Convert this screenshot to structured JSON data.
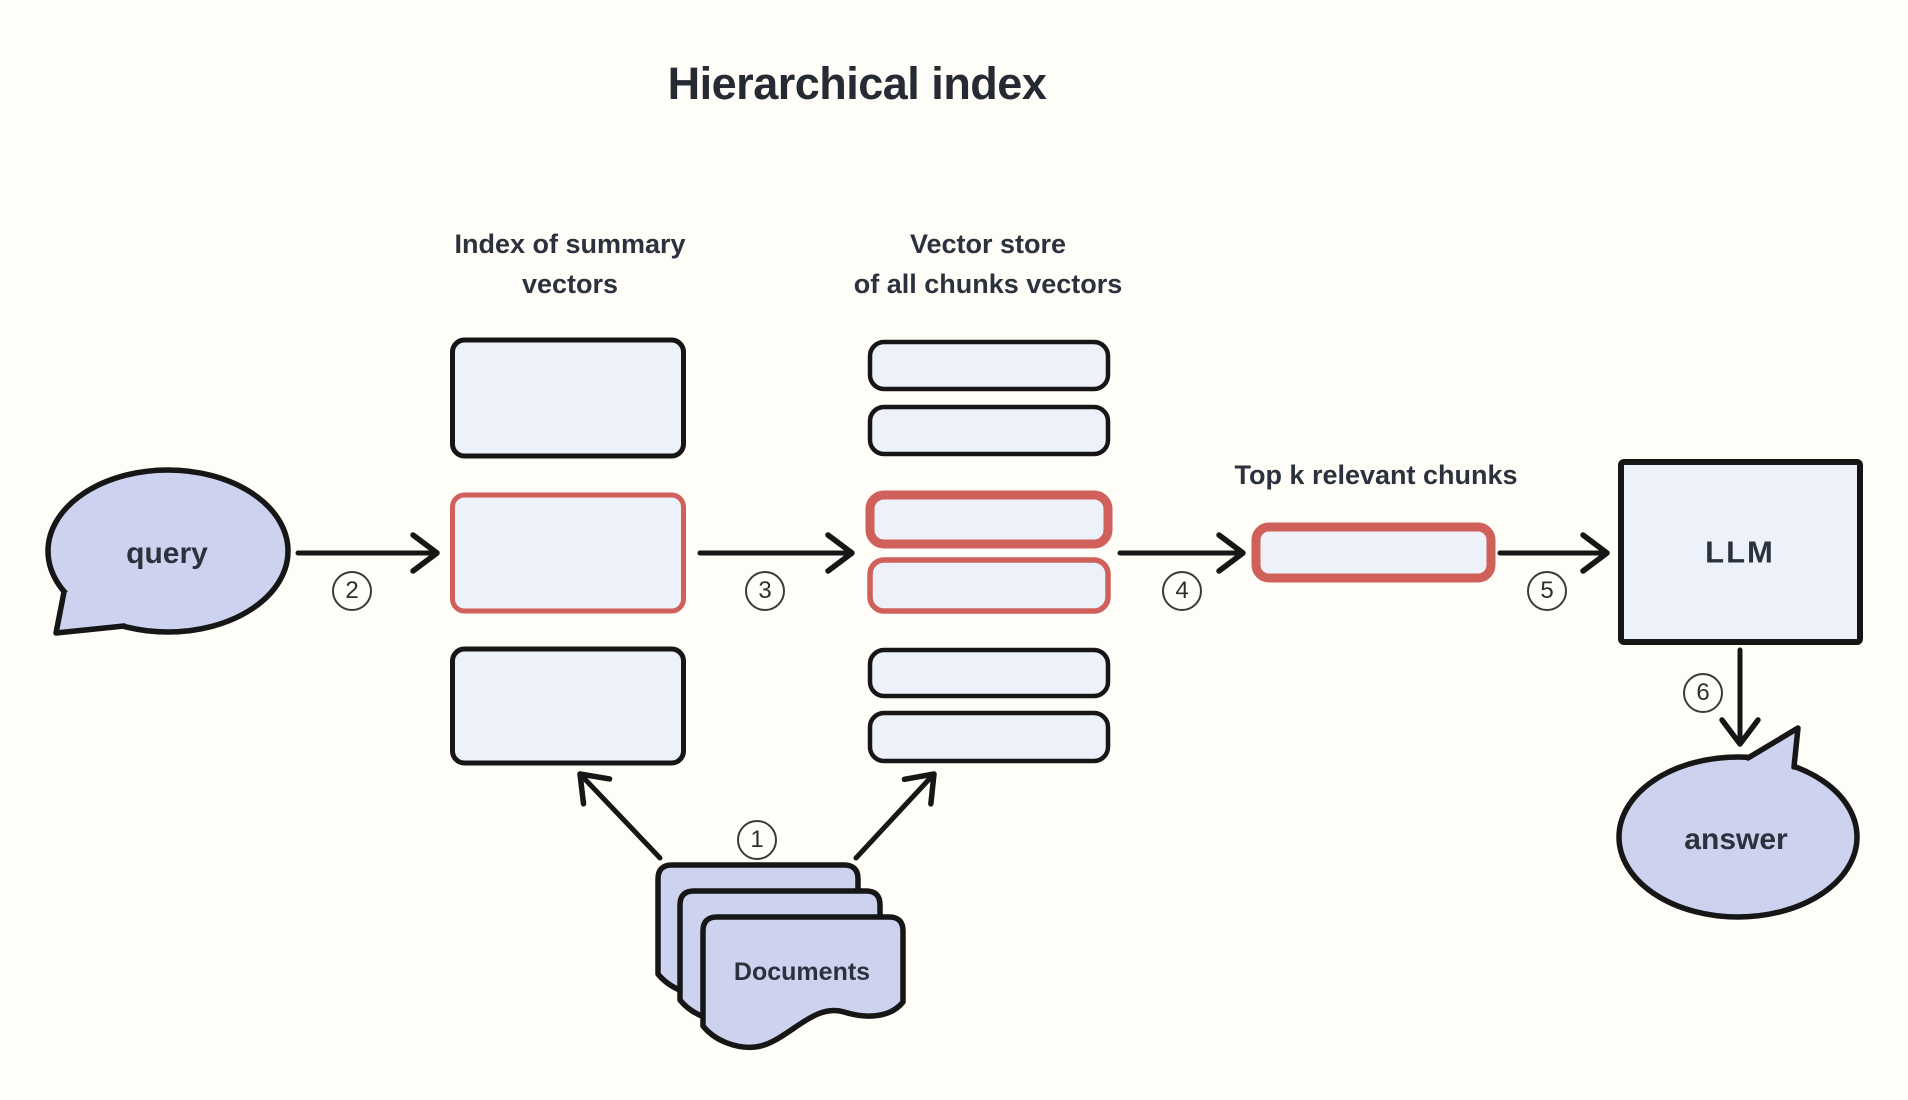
{
  "title": "Hierarchical index",
  "palette": {
    "background": "#fffdf8",
    "outline": "#161616",
    "highlight_red": "#d0605a",
    "node_fill_lavender": "#cdd2ee",
    "box_fill_light": "#edf1f9",
    "text": "#2c323d"
  },
  "nodes": {
    "query": {
      "label": "query"
    },
    "summary_index": {
      "title_line1": "Index of summary",
      "title_line2": "vectors",
      "box_count": 3,
      "highlighted_box": 2
    },
    "vector_store": {
      "title_line1": "Vector store",
      "title_line2": "of all chunks vectors",
      "chunk_count": 6,
      "highlighted_chunks": [
        3,
        4
      ]
    },
    "top_k": {
      "label": "Top k relevant chunks"
    },
    "llm": {
      "label": "LLM"
    },
    "answer": {
      "label": "answer"
    },
    "documents": {
      "label": "Documents"
    }
  },
  "steps": {
    "1": "1",
    "2": "2",
    "3": "3",
    "4": "4",
    "5": "5",
    "6": "6"
  }
}
